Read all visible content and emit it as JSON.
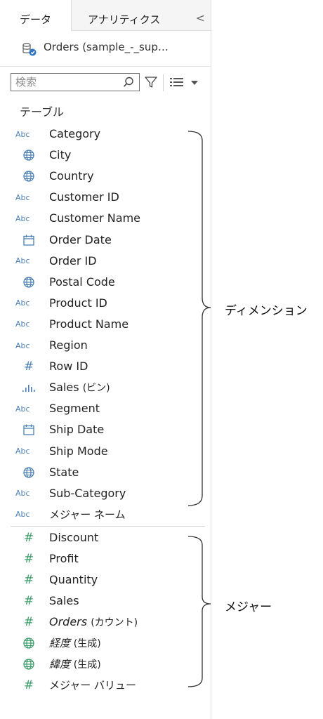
{
  "tabs": {
    "data": "データ",
    "analytics": "アナリティクス",
    "collapse": "<"
  },
  "datasource": {
    "name": "Orders (sample_-_sup…"
  },
  "search": {
    "placeholder": "検索"
  },
  "section": {
    "label": "テーブル"
  },
  "dimensions": [
    {
      "name": "Category",
      "icon": "Abc"
    },
    {
      "name": "City",
      "icon": "globe-icon"
    },
    {
      "name": "Country",
      "icon": "globe-icon"
    },
    {
      "name": "Customer ID",
      "icon": "Abc"
    },
    {
      "name": "Customer Name",
      "icon": "Abc"
    },
    {
      "name": "Order Date",
      "icon": "calendar-icon"
    },
    {
      "name": "Order ID",
      "icon": "Abc"
    },
    {
      "name": "Postal Code",
      "icon": "globe-icon"
    },
    {
      "name": "Product ID",
      "icon": "Abc"
    },
    {
      "name": "Product Name",
      "icon": "Abc"
    },
    {
      "name": "Region",
      "icon": "Abc"
    },
    {
      "name": "Row ID",
      "icon": "#"
    },
    {
      "name": "Sales",
      "suffix": "(ビン)",
      "icon": "bin-icon"
    },
    {
      "name": "Segment",
      "icon": "Abc"
    },
    {
      "name": "Ship Date",
      "icon": "calendar-icon"
    },
    {
      "name": "Ship Mode",
      "icon": "Abc"
    },
    {
      "name": "State",
      "icon": "globe-icon"
    },
    {
      "name": "Sub-Category",
      "icon": "Abc"
    },
    {
      "name": "メジャー ネーム",
      "icon": "Abc"
    }
  ],
  "measures": [
    {
      "name": "Discount",
      "icon": "#"
    },
    {
      "name": "Profit",
      "icon": "#"
    },
    {
      "name": "Quantity",
      "icon": "#"
    },
    {
      "name": "Sales",
      "icon": "#"
    },
    {
      "name": "Orders",
      "suffix": "(カウント)",
      "icon": "#"
    },
    {
      "name": "経度",
      "suffix": "(生成)",
      "icon": "globe-icon"
    },
    {
      "name": "緯度",
      "suffix": "(生成)",
      "icon": "globe-icon"
    },
    {
      "name": "メジャー バリュー",
      "icon": "#"
    }
  ],
  "annotations": {
    "dimensions": "ディメンション",
    "measures": "メジャー"
  },
  "colors": {
    "dimension": "#4a7fb5",
    "measure": "#3a9e6a"
  }
}
